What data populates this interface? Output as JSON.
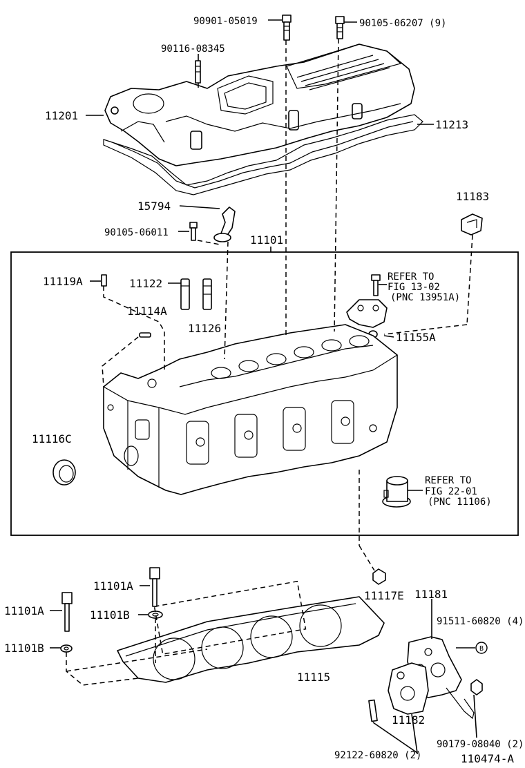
{
  "labels": {
    "p90901_05019": "90901-05019",
    "p90105_06207": "90105-06207 (9)",
    "p90116_08345": "90116-08345",
    "p11201": "11201",
    "p11213": "11213",
    "p11183": "11183",
    "p15794": "15794",
    "p90105_06011": "90105-06011",
    "p11101_top": "11101",
    "p11119a": "11119A",
    "p11122": "11122",
    "p11114a": "11114A",
    "p11126": "11126",
    "p11155a": "11155A",
    "p11116c": "11116C",
    "p11101a_a": "11101A",
    "p11101a_b": "11101A",
    "p11101b_a": "11101B",
    "p11101b_b": "11101B",
    "p11117e": "11117E",
    "p11181": "11181",
    "p91511_60820": "91511-60820 (4)",
    "p11115": "11115",
    "p11182": "11182",
    "p90179_08040": "90179-08040 (2)",
    "p92122_60820": "92122-60820 (2)",
    "p110474a": "110474-A",
    "callout_b": "B"
  },
  "refer1": {
    "line1": "REFER TO",
    "line2": "FIG 13-02",
    "line3": "(PNC 13951A)"
  },
  "refer2": {
    "line1": "REFER TO",
    "line2": "FIG 22-01",
    "line3": "(PNC 11106)"
  }
}
